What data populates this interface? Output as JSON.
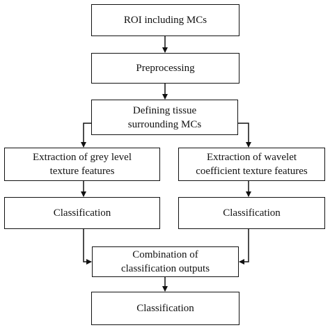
{
  "colors": {
    "stroke": "#111111",
    "text": "#111111",
    "fill": "#ffffff"
  },
  "nodes": {
    "roi": "ROI including MCs",
    "preprocessing": "Preprocessing",
    "defining": "Defining tissue\nsurrounding MCs",
    "grey_level": "Extraction of grey level\ntexture features",
    "wavelet": "Extraction of wavelet\ncoefficient texture features",
    "classification_left": "Classification",
    "classification_right": "Classification",
    "combination": "Combination of\nclassification outputs",
    "classification_final": "Classification"
  },
  "edges": [
    {
      "from": "roi",
      "to": "preprocessing"
    },
    {
      "from": "preprocessing",
      "to": "defining"
    },
    {
      "from": "defining",
      "to": "grey_level"
    },
    {
      "from": "defining",
      "to": "wavelet"
    },
    {
      "from": "grey_level",
      "to": "classification_left"
    },
    {
      "from": "wavelet",
      "to": "classification_right"
    },
    {
      "from": "classification_left",
      "to": "combination"
    },
    {
      "from": "classification_right",
      "to": "combination"
    },
    {
      "from": "combination",
      "to": "classification_final"
    }
  ]
}
